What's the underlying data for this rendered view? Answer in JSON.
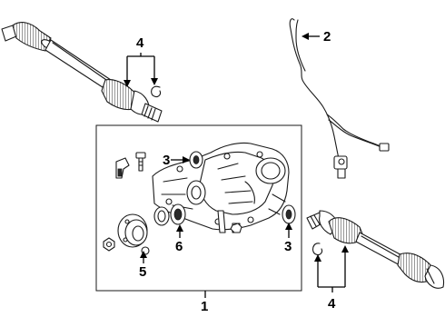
{
  "diagram": {
    "callouts": {
      "c1": "1",
      "c2": "2",
      "c3_upper": "3",
      "c3_lower": "3",
      "c4_upper": "4",
      "c4_lower": "4",
      "c5": "5",
      "c6": "6"
    },
    "colors": {
      "line": "#1a1a1a",
      "background": "#ffffff",
      "callout_text": "#000000"
    }
  }
}
